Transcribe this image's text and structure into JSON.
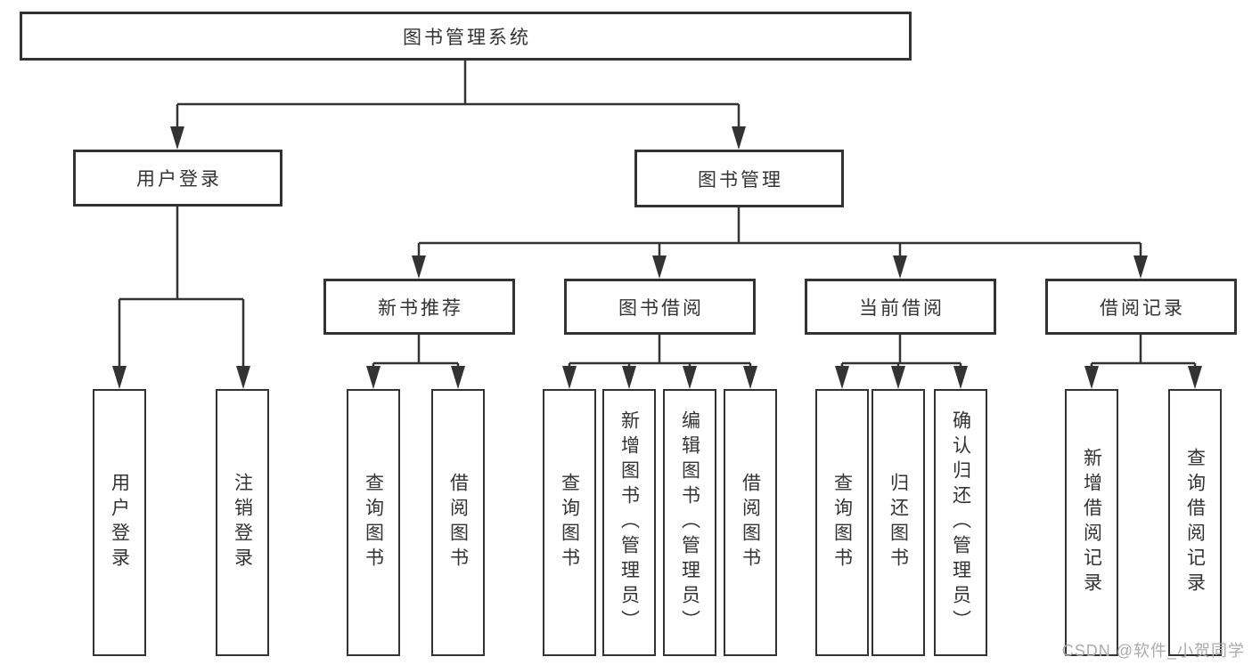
{
  "colors": {
    "line": "#333333",
    "box_border": "#333333",
    "text": "#333333",
    "watermark": "#ababab",
    "background": "#ffffff"
  },
  "watermark": "CSDN @软件_小贺同学",
  "tree": {
    "root": {
      "label": "图书管理系统"
    },
    "branches": [
      {
        "label": "用户登录",
        "children": [
          {
            "label": "用户登录"
          },
          {
            "label": "注销登录"
          }
        ]
      },
      {
        "label": "图书管理",
        "children": [
          {
            "label": "新书推荐",
            "children": [
              {
                "label": "查询图书"
              },
              {
                "label": "借阅图书"
              }
            ]
          },
          {
            "label": "图书借阅",
            "children": [
              {
                "label": "查询图书"
              },
              {
                "label": "新增图书（管理员）"
              },
              {
                "label": "编辑图书（管理员）"
              },
              {
                "label": "借阅图书"
              }
            ]
          },
          {
            "label": "当前借阅",
            "children": [
              {
                "label": "查询图书"
              },
              {
                "label": "归还图书"
              },
              {
                "label": "确认归还（管理员）"
              }
            ]
          },
          {
            "label": "借阅记录",
            "children": [
              {
                "label": "新增借阅记录"
              },
              {
                "label": "查询借阅记录"
              }
            ]
          }
        ]
      }
    ]
  }
}
